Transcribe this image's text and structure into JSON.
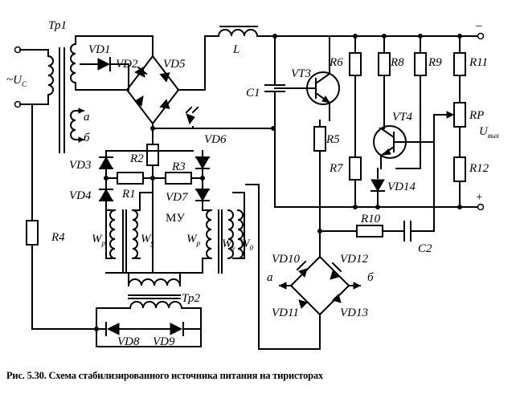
{
  "figure": {
    "caption": "Рис. 5.30. Схема стабилизированного источника питания на тиристорах"
  },
  "labels": {
    "tp1": "Тр1",
    "tp2": "Тр2",
    "l": "L",
    "vd1": "VD1",
    "vd2": "VD2",
    "vd3": "VD3",
    "vd4": "VD4",
    "vd5": "VD5",
    "vd6": "VD6",
    "vd7": "VD7",
    "vd8": "VD8",
    "vd9": "VD9",
    "vd10": "VD10",
    "vd11": "VD11",
    "vd12": "VD12",
    "vd13": "VD13",
    "vd14": "VD14",
    "r1": "R1",
    "r2": "R2",
    "r3": "R3",
    "r4": "R4",
    "r5": "R5",
    "r6": "R6",
    "r7": "R7",
    "r8": "R8",
    "r9": "R9",
    "r10": "R10",
    "r11": "R11",
    "r12": "R12",
    "rp": "RP",
    "c1": "C1",
    "c2": "C2",
    "vt3": "VT3",
    "vt4": "VT4",
    "mu": "МУ",
    "uc_prefix": "~U",
    "uc_sub": "C",
    "uout_main": "U",
    "uout_sub": "вых",
    "minus": "–",
    "plus": "+",
    "a_left": "а",
    "b_left": "б",
    "a_right": "а",
    "b_right": "б",
    "wp_main": "W",
    "wp_sub": "р",
    "wy_main": "W",
    "wy_sub": "у",
    "wo_main": "W",
    "wo_sub": "0"
  }
}
